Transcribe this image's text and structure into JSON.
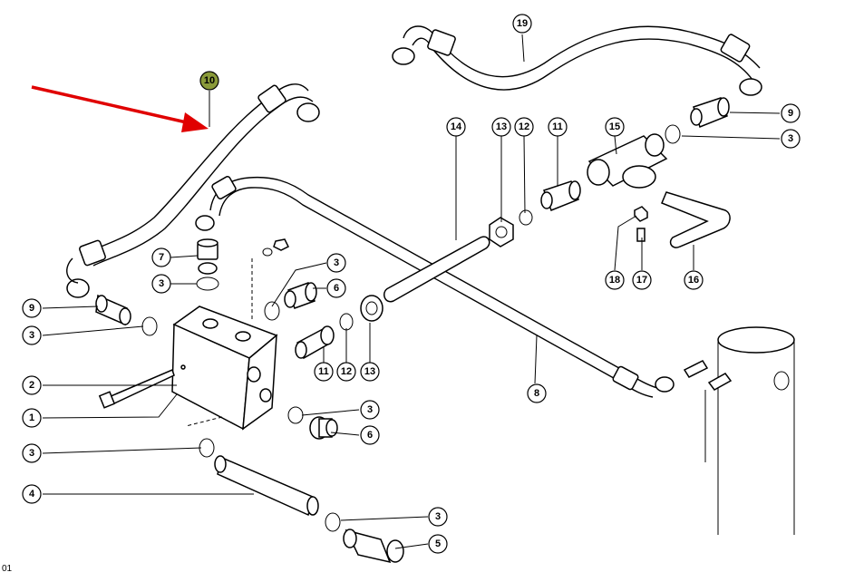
{
  "highlight_color": "#8a9a3a",
  "arrow_color": "#e00000",
  "callouts": [
    {
      "id": "c10",
      "label": "10",
      "highlight": true
    },
    {
      "id": "c19",
      "label": "19"
    },
    {
      "id": "c9a",
      "label": "9"
    },
    {
      "id": "c3a",
      "label": "3"
    },
    {
      "id": "c14",
      "label": "14"
    },
    {
      "id": "c13a",
      "label": "13"
    },
    {
      "id": "c12a",
      "label": "12"
    },
    {
      "id": "c11a",
      "label": "11"
    },
    {
      "id": "c15",
      "label": "15"
    },
    {
      "id": "c18",
      "label": "18"
    },
    {
      "id": "c17",
      "label": "17"
    },
    {
      "id": "c16",
      "label": "16"
    },
    {
      "id": "c7",
      "label": "7"
    },
    {
      "id": "c3b",
      "label": "3"
    },
    {
      "id": "c3c",
      "label": "3"
    },
    {
      "id": "c6a",
      "label": "6"
    },
    {
      "id": "c9b",
      "label": "9"
    },
    {
      "id": "c3d",
      "label": "3"
    },
    {
      "id": "c11b",
      "label": "11"
    },
    {
      "id": "c12b",
      "label": "12"
    },
    {
      "id": "c13b",
      "label": "13"
    },
    {
      "id": "c2",
      "label": "2"
    },
    {
      "id": "c1",
      "label": "1"
    },
    {
      "id": "c3e",
      "label": "3"
    },
    {
      "id": "c6b",
      "label": "6"
    },
    {
      "id": "c8",
      "label": "8"
    },
    {
      "id": "c3f",
      "label": "3"
    },
    {
      "id": "c4",
      "label": "4"
    },
    {
      "id": "c3g",
      "label": "3"
    },
    {
      "id": "c5",
      "label": "5"
    }
  ],
  "edge_text": "01"
}
